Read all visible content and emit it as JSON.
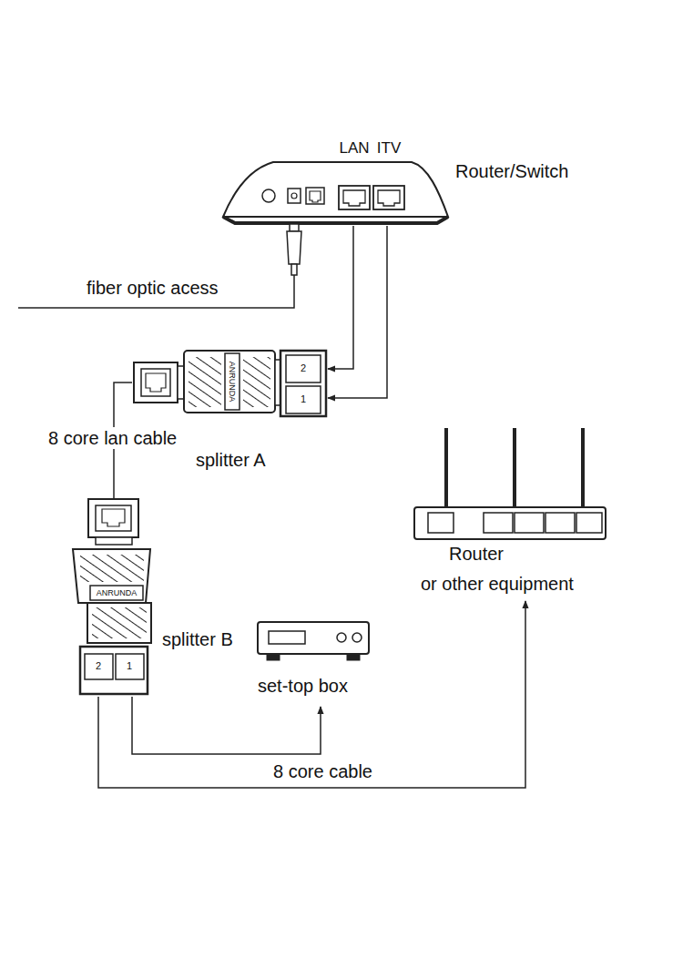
{
  "diagram": {
    "nodes": [
      {
        "text": [
          "Router/Switch"
        ]
      },
      {
        "text": [
          "ANRUNDA",
          "splitter A"
        ]
      },
      {
        "text": [
          "ANRUNDA",
          "splitter B"
        ]
      },
      {
        "text": [
          "set-top box"
        ]
      },
      {
        "text": [
          "Router",
          "or other equipment"
        ]
      }
    ],
    "edges": [
      {
        "from": 0,
        "to": 1,
        "arrow": "to"
      },
      {
        "from": 0,
        "to": 1,
        "arrow": "to"
      },
      {
        "from": 1,
        "to": 2,
        "label": "8 core lan cable",
        "arrow": "none"
      },
      {
        "from": 2,
        "to": 3,
        "arrow": "to"
      },
      {
        "from": 2,
        "to": 4,
        "label": "8 core cable",
        "arrow": "to"
      }
    ],
    "labels": [
      "LAN",
      "ITV",
      "fiber optic acess",
      "2",
      "1",
      "2",
      "1"
    ]
  }
}
